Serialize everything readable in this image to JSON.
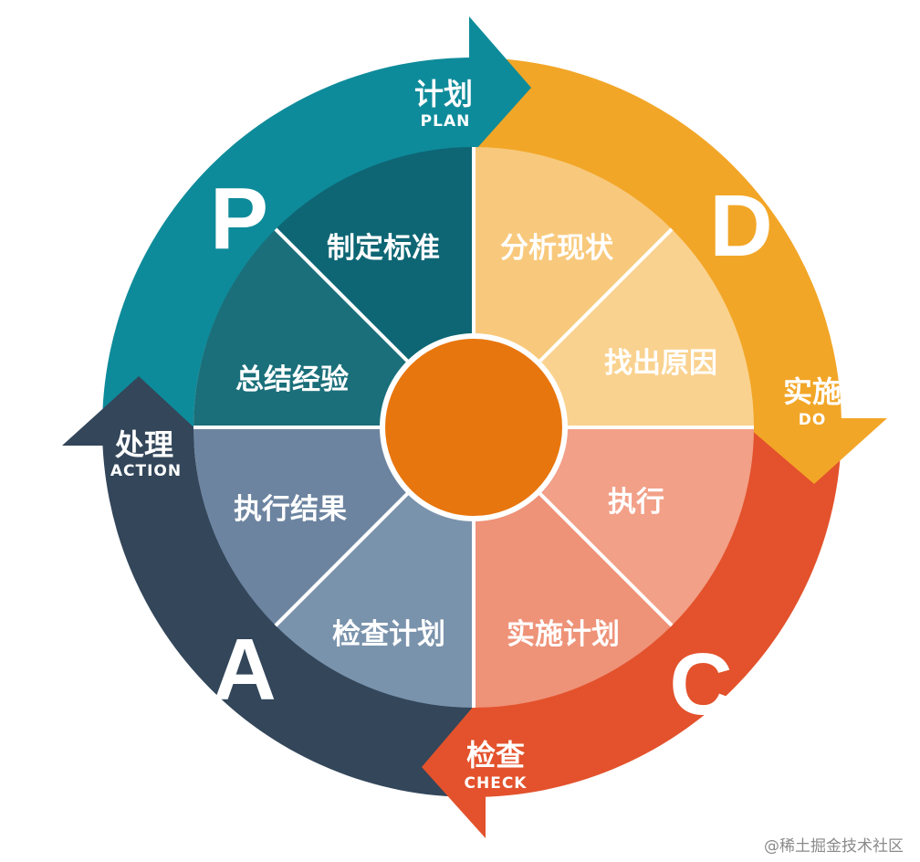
{
  "stages": {
    "plan": {
      "letter": "P",
      "title": "计划",
      "subtitle": "PLAN"
    },
    "do": {
      "letter": "D",
      "title": "实施",
      "subtitle": "DO"
    },
    "check": {
      "letter": "C",
      "title": "检查",
      "subtitle": "CHECK"
    },
    "action": {
      "letter": "A",
      "title": "处理",
      "subtitle": "ACTION"
    }
  },
  "segments": {
    "plan_1": "制定标准",
    "plan_2": "总结经验",
    "do_1": "分析现状",
    "do_2": "找出原因",
    "check_1": "执行",
    "check_2": "实施计划",
    "action_1": "检查计划",
    "action_2": "执行结果"
  },
  "watermark": "@稀土掘金技术社区",
  "colors": {
    "plan_ring": "#0e8b9a",
    "do_ring": "#f2a627",
    "check_ring": "#e3522c",
    "action_ring": "#33465a",
    "plan_segment_outer": "#0e6674",
    "plan_segment_inner": "#1a6f7a",
    "do_segment_outer": "#f8c97c",
    "do_segment_inner": "#fad28f",
    "check_segment_outer": "#f2a088",
    "check_segment_inner": "#ee9278",
    "action_segment_outer": "#7a93ac",
    "action_segment_inner": "#6c84a0",
    "center_circle": "#e8760e"
  }
}
